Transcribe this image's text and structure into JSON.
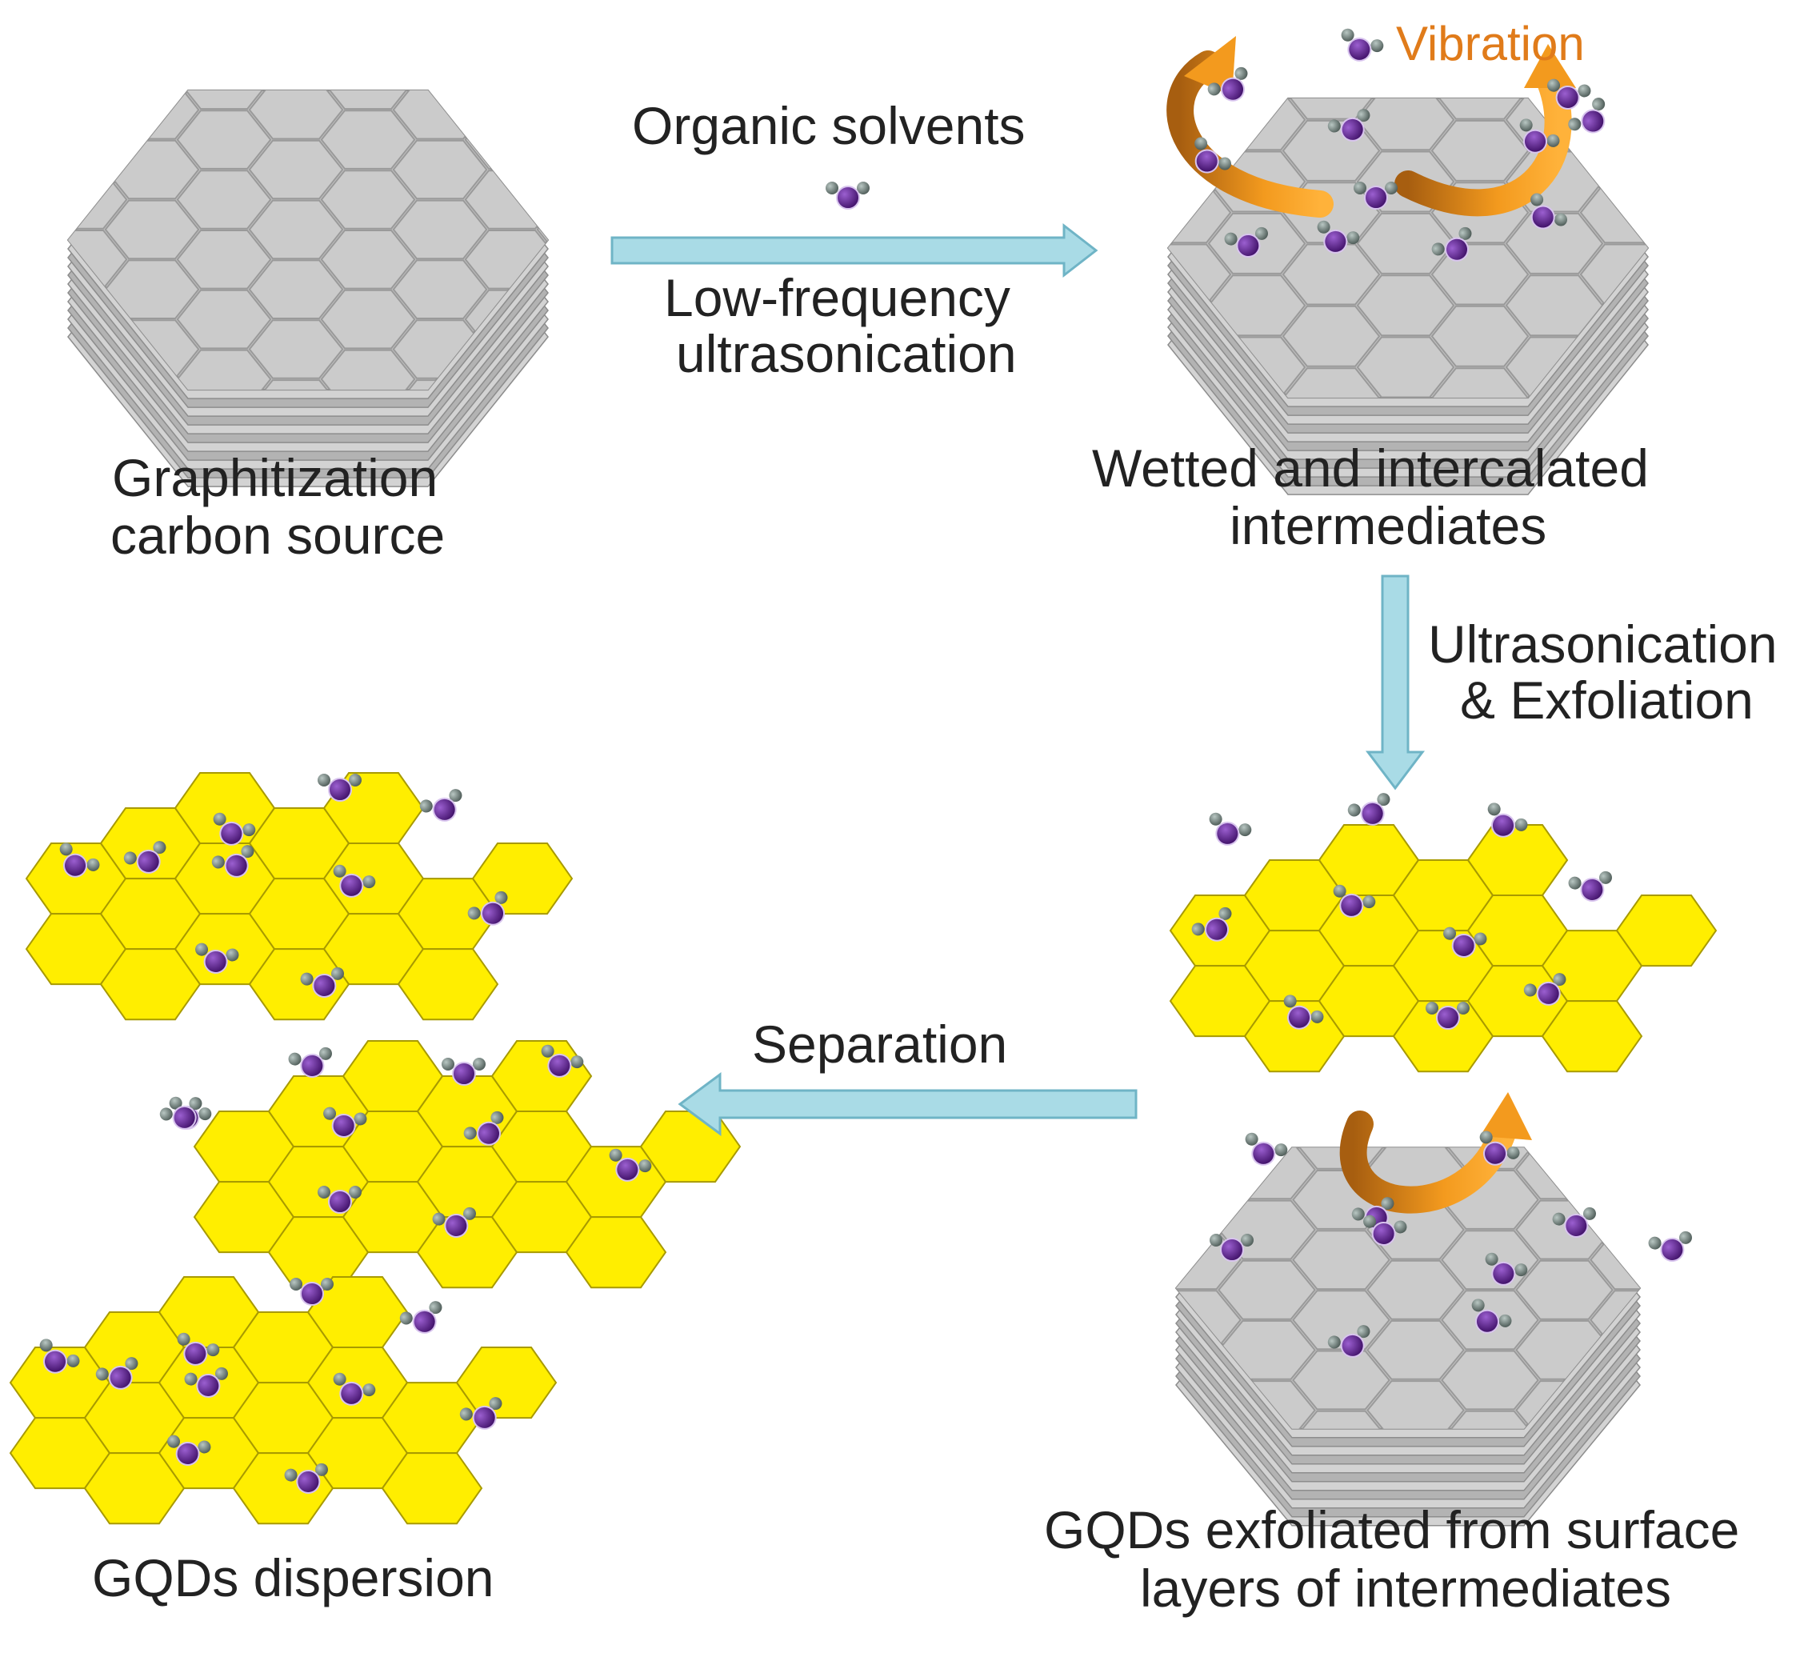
{
  "labels": {
    "organic_solvents": "Organic solvents",
    "low_freq_line1": "Low-frequency",
    "low_freq_line2": "ultrasonication",
    "graphitization_line1": "Graphitization",
    "graphitization_line2": "carbon source",
    "wetted_line1": "Wetted and intercalated",
    "wetted_line2": "intermediates",
    "vibration": "Vibration",
    "ultrasonication_line1": "Ultrasonication",
    "ultrasonication_line2": "& Exfoliation",
    "separation": "Separation",
    "gqds_exfoliated_line1": "GQDs exfoliated from surface",
    "gqds_exfoliated_line2": "layers of intermediates",
    "gqds_dispersion": "GQDs dispersion"
  },
  "colors": {
    "arrow": "#a9dbe6",
    "arrow_stroke": "#6fb4c6",
    "graphite": "#c4c4c4",
    "graphite_stroke": "#8d8d8d",
    "gqd": "#ffee00",
    "gqd_stroke": "#a89a00",
    "molecule_center": "#5a1a8a",
    "molecule_side": "#6f7e7a",
    "vibration": "#e07b1a"
  }
}
